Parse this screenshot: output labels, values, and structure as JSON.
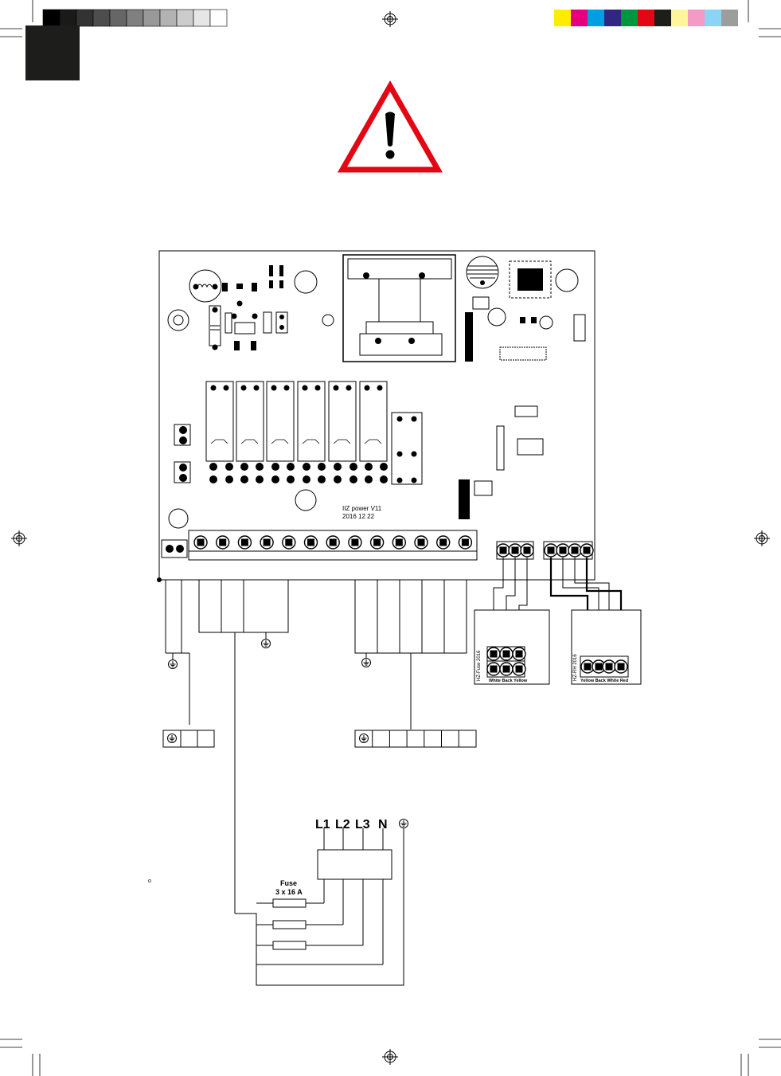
{
  "board": {
    "label_line1": "IIZ power V11",
    "label_line2": "2016 12 22"
  },
  "module_left": {
    "side_label": "HZ-Fuse 2016",
    "wire_colors": "White Back Yellow"
  },
  "module_right": {
    "side_label": "HZ-RH 2016",
    "wire_colors": "Yellow Back White Red"
  },
  "supply": {
    "phases": [
      "L1",
      "L2",
      "L3",
      "N"
    ],
    "fuse_title": "Fuse",
    "fuse_rating": "3 x 16 A",
    "small_mark": "o"
  },
  "color_bar": {
    "grays": [
      "#000000",
      "#1a1a1a",
      "#333333",
      "#4d4d4d",
      "#666666",
      "#808080",
      "#999999",
      "#b3b3b3",
      "#cccccc",
      "#e6e6e6",
      "#ffffff"
    ],
    "process": [
      "#ffed00",
      "#e6007e",
      "#009fe3",
      "#312783",
      "#009640",
      "#e30613",
      "#1d1d1b",
      "#fff59b",
      "#f39bc4",
      "#8cd3f5",
      "#9d9d9c"
    ]
  },
  "icons": {
    "warning": "warning-triangle-icon",
    "ground": "ground-icon",
    "registration": "registration-mark-icon"
  }
}
